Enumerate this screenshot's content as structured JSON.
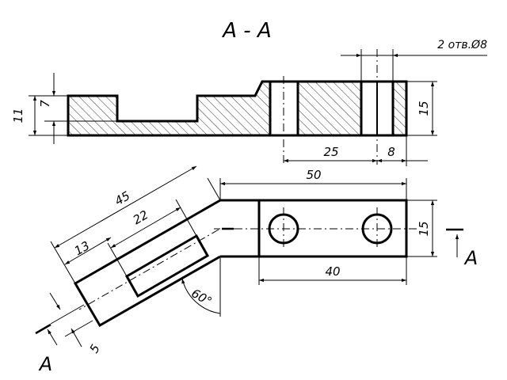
{
  "section_title": "A - A",
  "hole_note": "2 отв.Ø8",
  "cut_label": "A",
  "section_view": {
    "dim_height_total": "11",
    "dim_pocket_depth": "7",
    "dim_right_height": "15",
    "dim_hole_to_hole": "25",
    "dim_edge_to_hole": "8"
  },
  "plan_view": {
    "dim_overall_length": "50",
    "dim_width": "15",
    "dim_hole_spacing": "40",
    "dim_arm_length": "45",
    "dim_slot_length": "22",
    "dim_slot_offset": "13",
    "dim_slot_edge": "5",
    "dim_angle": "60°"
  }
}
